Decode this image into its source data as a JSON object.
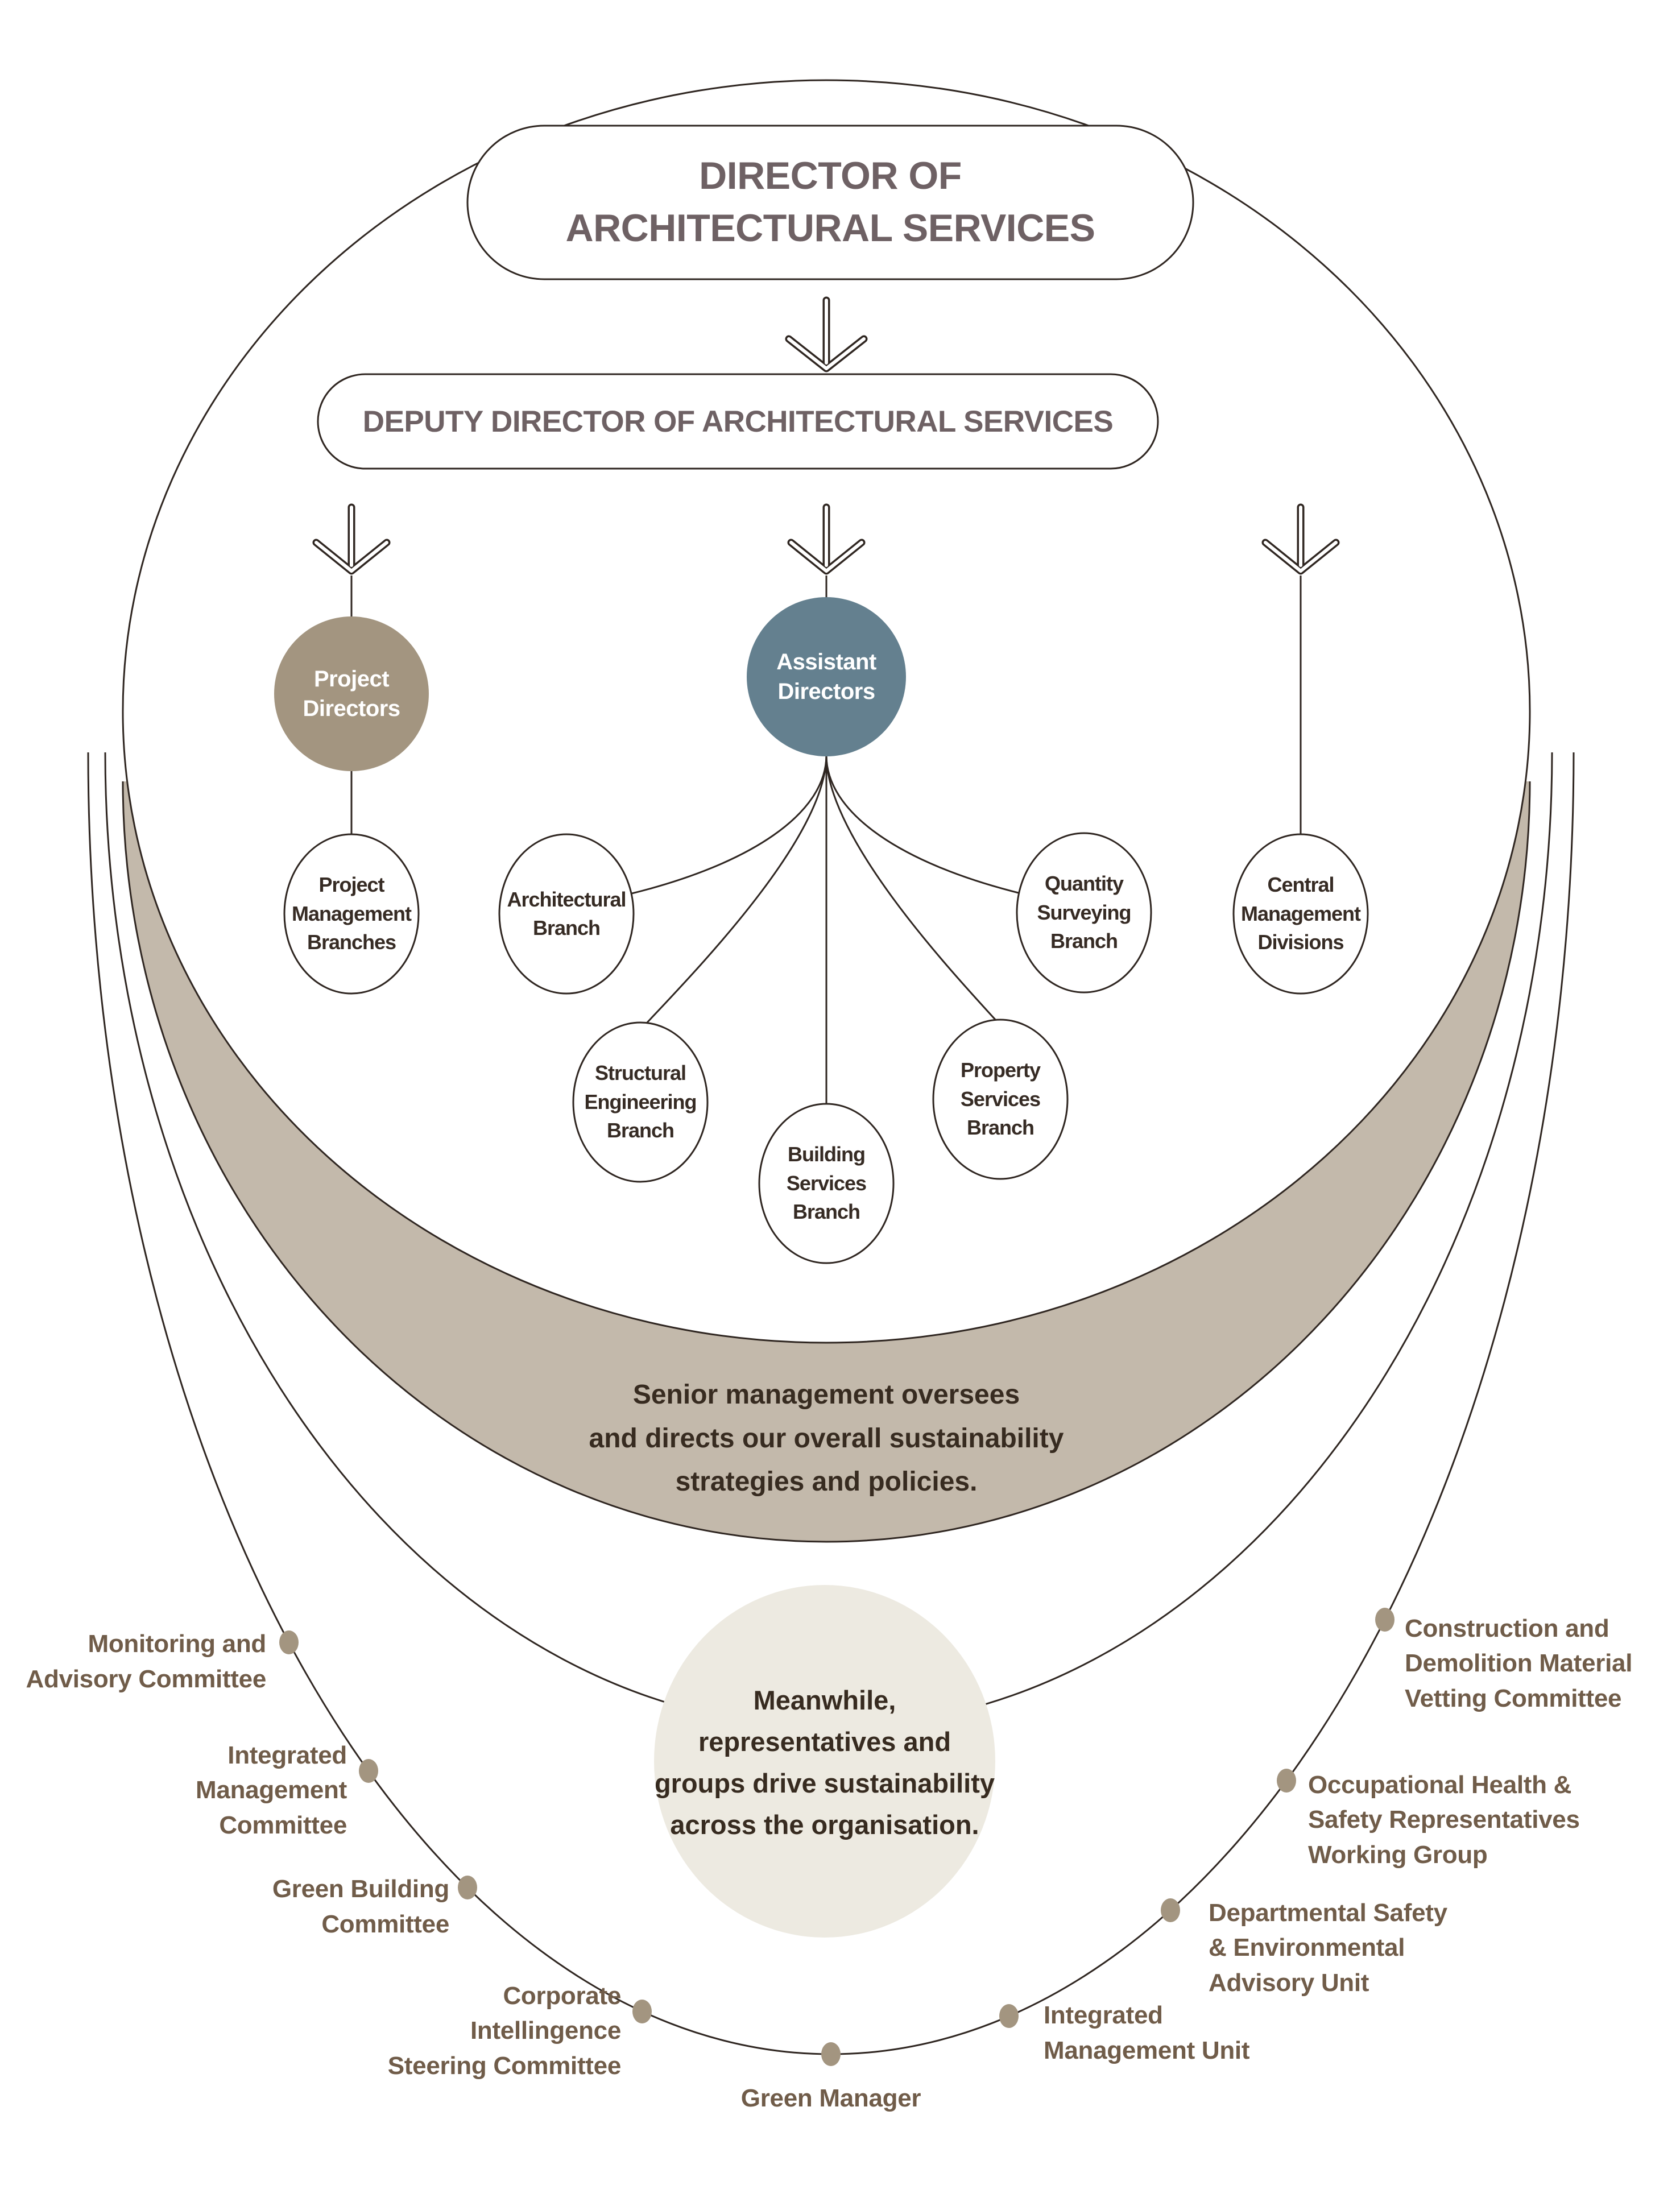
{
  "header": {
    "director": "DIRECTOR OF\nARCHITECTURAL SERVICES",
    "deputy": "DEPUTY DIRECTOR OF ARCHITECTURAL SERVICES"
  },
  "directors": {
    "project": "Project\nDirectors",
    "assistant": "Assistant\nDirectors"
  },
  "branches": {
    "project_management": "Project\nManagement\nBranches",
    "architectural": "Architectural\nBranch",
    "structural": "Structural\nEngineering\nBranch",
    "building_services": "Building\nServices\nBranch",
    "property_services": "Property\nServices\nBranch",
    "quantity_surveying": "Quantity\nSurveying\nBranch",
    "central_management": "Central\nManagement\nDivisions"
  },
  "notes": {
    "senior": "Senior management oversees\nand directs our overall sustainability\nstrategies and policies.",
    "meanwhile": "Meanwhile,\nrepresentatives and\ngroups drive sustainability\nacross the organisation."
  },
  "committees": {
    "left": [
      "Monitoring and\nAdvisory Committee",
      "Integrated Management\nCommittee",
      "Green Building\nCommittee",
      "Corporate Intellingence\nSteering Committee"
    ],
    "bottom": "Green Manager",
    "right": [
      "Integrated\nManagement Unit",
      "Departmental Safety\n& Environmental\nAdvisory Unit",
      "Occupational Health &\nSafety Representatives\nWorking Group",
      "Construction and\nDemolition Material\nVetting Committee"
    ]
  },
  "palette": {
    "outline": "#2f2621",
    "title_text": "#6e6164",
    "node_text": "#362b24",
    "committee_text": "#705c49",
    "project_directors_fill": "#a39580",
    "assistant_directors_fill": "#64808f",
    "crescent_fill": "#c3b9ab",
    "inner_circle_fill": "#edeae1",
    "dot_fill": "#a39580",
    "background": "#ffffff"
  }
}
